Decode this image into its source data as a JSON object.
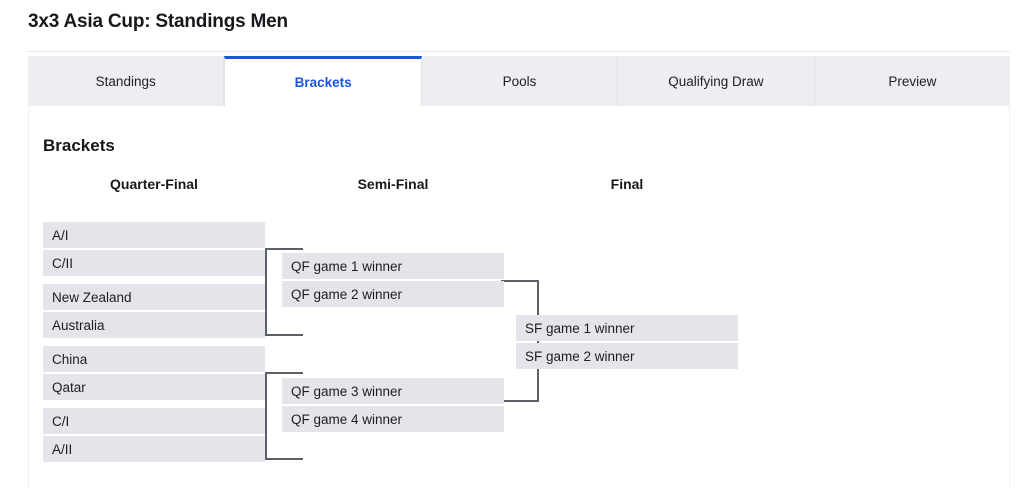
{
  "page": {
    "title": "3x3 Asia Cup: Standings Men"
  },
  "tabs": [
    {
      "label": "Standings",
      "active": false
    },
    {
      "label": "Brackets",
      "active": true
    },
    {
      "label": "Pools",
      "active": false
    },
    {
      "label": "Qualifying Draw",
      "active": false
    },
    {
      "label": "Preview",
      "active": false
    }
  ],
  "brackets": {
    "section_title": "Brackets",
    "columns": [
      {
        "header": "Quarter-Final"
      },
      {
        "header": "Semi-Final"
      },
      {
        "header": "Final"
      }
    ],
    "quarter_final": [
      "A/I",
      "C/II",
      "New Zealand",
      "Australia",
      "China",
      "Qatar",
      "C/I",
      "A/II"
    ],
    "semi_final": [
      "QF game 1 winner",
      "QF game 2 winner",
      "QF game 3 winner",
      "QF game 4 winner"
    ],
    "final": [
      "SF game 1 winner",
      "SF game 2 winner"
    ]
  },
  "colors": {
    "accent": "#1a56db",
    "slot_bg": "#e3e5ea",
    "connector": "#5b6067",
    "tab_bg": "#eceef2"
  }
}
